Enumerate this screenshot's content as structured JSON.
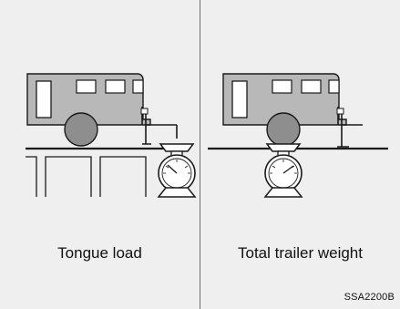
{
  "captions": {
    "left": "Tongue load",
    "right": "Total trailer weight"
  },
  "code": "SSA2200B",
  "colors": {
    "background": "#efefef",
    "trailer_body": "#b8b8b8",
    "wheel": "#8e8e8e",
    "outline": "#1a1a1a"
  }
}
